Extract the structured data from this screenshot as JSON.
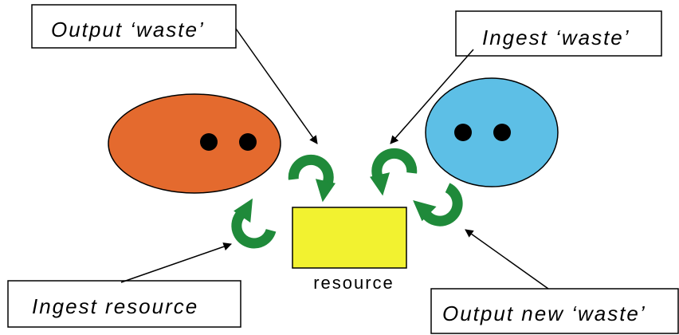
{
  "labels": {
    "output_waste": "Output ‘waste’",
    "ingest_waste": "Ingest ‘waste’",
    "ingest_resource": "Ingest resource",
    "output_new_waste": "Output new ‘waste’",
    "resource": "resource"
  },
  "colors": {
    "left_organism": "#E46A2E",
    "right_organism": "#5DBFE6",
    "resource_box": "#F2F230",
    "cycle_arrows": "#1F8A3A",
    "stroke": "#000000"
  },
  "icons": {
    "left_organism": "organism-icon",
    "right_organism": "organism-icon",
    "cycle_arrow": "curved-arrow-icon"
  }
}
